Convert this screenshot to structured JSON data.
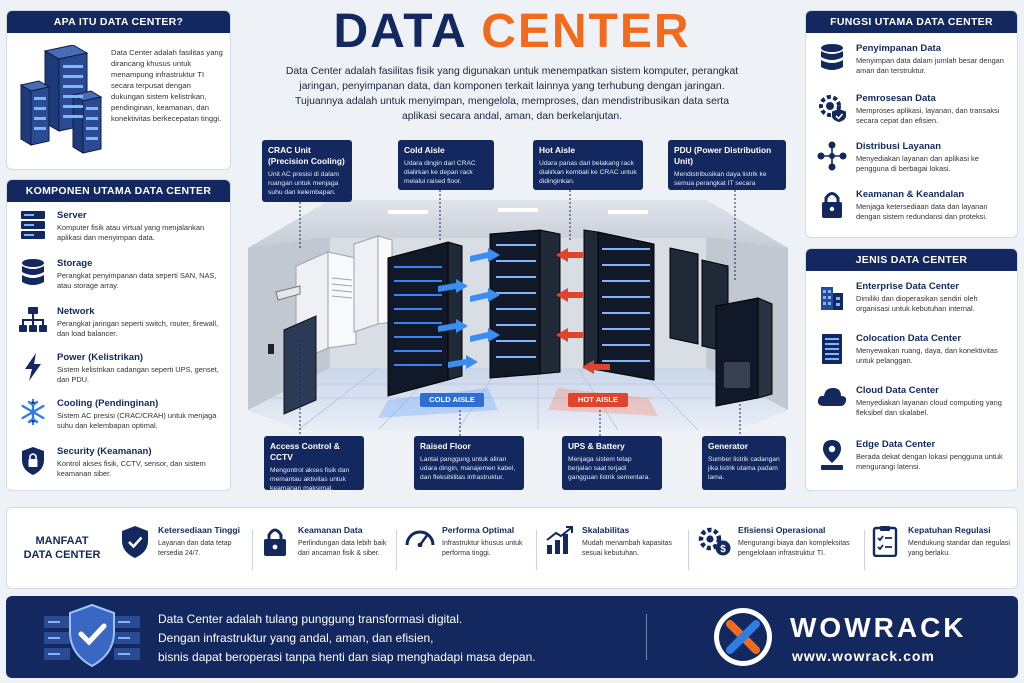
{
  "header": {
    "title_left": "DATA",
    "title_right": "CENTER",
    "intro": "Data Center adalah fasilitas fisik yang digunakan untuk menempatkan sistem komputer, perangkat jaringan, penyimpanan data, dan komponen terkait lainnya yang terhubung dengan jaringan. Tujuannya adalah untuk menyimpan, mengelola, memproses, dan mendistribusikan data serta aplikasi secara andal, aman, dan berkelanjutan."
  },
  "colors": {
    "navy": "#12285e",
    "orange": "#f26b1d",
    "blue": "#2f7de1",
    "red": "#e0452b"
  },
  "apa": {
    "heading": "APA ITU DATA CENTER?",
    "text": "Data Center adalah fasilitas yang dirancang khusus untuk menampung infrastruktur TI secara terpusat dengan dukungan sistem kelistrikan, pendinginan, keamanan, dan konektivitas berkecepatan tinggi."
  },
  "komponen": {
    "heading": "KOMPONEN UTAMA DATA CENTER",
    "items": [
      {
        "title": "Server",
        "desc": "Komputer fisik atau virtual yang menjalankan aplikasi dan menyimpan data.",
        "icon": "server-icon"
      },
      {
        "title": "Storage",
        "desc": "Perangkat penyimpanan data seperti SAN, NAS, atau storage array.",
        "icon": "database-icon"
      },
      {
        "title": "Network",
        "desc": "Perangkat jaringan seperti switch, router, firewall, dan load balancer.",
        "icon": "network-icon"
      },
      {
        "title": "Power (Kelistrikan)",
        "desc": "Sistem kelistrikan cadangan seperti UPS, genset, dan PDU.",
        "icon": "lightning-icon"
      },
      {
        "title": "Cooling (Pendinginan)",
        "desc": "Sistem AC presisi (CRAC/CRAH) untuk menjaga suhu dan kelembapan optimal.",
        "icon": "snowflake-icon"
      },
      {
        "title": "Security (Keamanan)",
        "desc": "Kontrol akses fisik, CCTV, sensor, dan sistem keamanan siber.",
        "icon": "shield-lock-icon"
      }
    ]
  },
  "fungsi": {
    "heading": "FUNGSI UTAMA DATA CENTER",
    "items": [
      {
        "title": "Penyimpanan Data",
        "desc": "Menyimpan data dalam jumlah besar dengan aman dan terstruktur.",
        "icon": "database-icon"
      },
      {
        "title": "Pemrosesan Data",
        "desc": "Memproses aplikasi, layanan, dan transaksi secara cepat dan efisien.",
        "icon": "gear-shield-icon"
      },
      {
        "title": "Distribusi Layanan",
        "desc": "Menyediakan layanan dan aplikasi ke pengguna di berbagai lokasi.",
        "icon": "distribution-icon"
      },
      {
        "title": "Keamanan & Keandalan",
        "desc": "Menjaga ketersediaan data dan layanan dengan sistem redundansi dan proteksi.",
        "icon": "lock-icon"
      }
    ]
  },
  "jenis": {
    "heading": "JENIS DATA CENTER",
    "items": [
      {
        "title": "Enterprise Data Center",
        "desc": "Dimiliki dan dioperasikan sendiri oleh organisasi untuk kebutuhan internal.",
        "icon": "building-icon"
      },
      {
        "title": "Colocation Data Center",
        "desc": "Menyewakan ruang, daya, dan konektivitas untuk pelanggan.",
        "icon": "rack-icon"
      },
      {
        "title": "Cloud Data Center",
        "desc": "Menyediakan layanan cloud computing yang fleksibel dan skalabel.",
        "icon": "cloud-icon"
      },
      {
        "title": "Edge Data Center",
        "desc": "Berada dekat dengan lokasi pengguna untuk mengurangi latensi.",
        "icon": "location-pin-icon"
      }
    ]
  },
  "callouts": {
    "crac": {
      "title": "CRAC Unit (Precision Cooling)",
      "desc": "Unit AC presisi di dalam ruangan untuk menjaga suhu dan kelembapan."
    },
    "cold": {
      "title": "Cold Aisle",
      "desc": "Udara dingin dari CRAC dialirkan ke depan rack melalui raised floor."
    },
    "hot": {
      "title": "Hot Aisle",
      "desc": "Udara panas dari belakang rack dialirkan kembali ke CRAC untuk didinginkan."
    },
    "pdu": {
      "title": "PDU (Power Distribution Unit)",
      "desc": "Mendistribusikan daya listrik ke semua perangkat IT secara terkelola."
    },
    "access": {
      "title": "Access Control & CCTV",
      "desc": "Mengontrol akses fisik dan memantau aktivitas untuk keamanan maksimal."
    },
    "floor": {
      "title": "Raised Floor",
      "desc": "Lantai panggung untuk aliran udara dingin, manajemen kabel, dan fleksibilitas infrastruktur."
    },
    "ups": {
      "title": "UPS & Battery",
      "desc": "Menjaga sistem tetap berjalan saat terjadi gangguan listrik sementara."
    },
    "gen": {
      "title": "Generator",
      "desc": "Sumber listrik cadangan jika listrik utama padam lama."
    }
  },
  "aisle_labels": {
    "cold": "COLD AISLE",
    "hot": "HOT AISLE"
  },
  "manfaat": {
    "heading_1": "MANFAAT",
    "heading_2": "DATA CENTER",
    "items": [
      {
        "title": "Ketersediaan Tinggi",
        "desc": "Layanan dan data tetap tersedia 24/7.",
        "icon": "shield-check-icon"
      },
      {
        "title": "Keamanan Data",
        "desc": "Perlindungan data lebih baik dari ancaman fisik & siber.",
        "icon": "padlock-icon"
      },
      {
        "title": "Performa Optimal",
        "desc": "Infrastruktur khusus untuk performa tinggi.",
        "icon": "gauge-icon"
      },
      {
        "title": "Skalabilitas",
        "desc": "Mudah menambah kapasitas sesuai kebutuhan.",
        "icon": "growth-chart-icon"
      },
      {
        "title": "Efisiensi Operasional",
        "desc": "Mengurangi biaya dan kompleksitas pengelolaan infrastruktur TI.",
        "icon": "gear-dollar-icon"
      },
      {
        "title": "Kepatuhan Regulasi",
        "desc": "Mendukung standar dan regulasi yang berlaku.",
        "icon": "checklist-icon"
      }
    ]
  },
  "footer": {
    "line1": "Data Center adalah tulang punggung transformasi digital.",
    "line2": "Dengan infrastruktur yang andal, aman, dan efisien,",
    "line3": "bisnis dapat beroperasi tanpa henti dan siap menghadapi masa depan.",
    "brand": "WOWRACK",
    "url": "www.wowrack.com"
  }
}
